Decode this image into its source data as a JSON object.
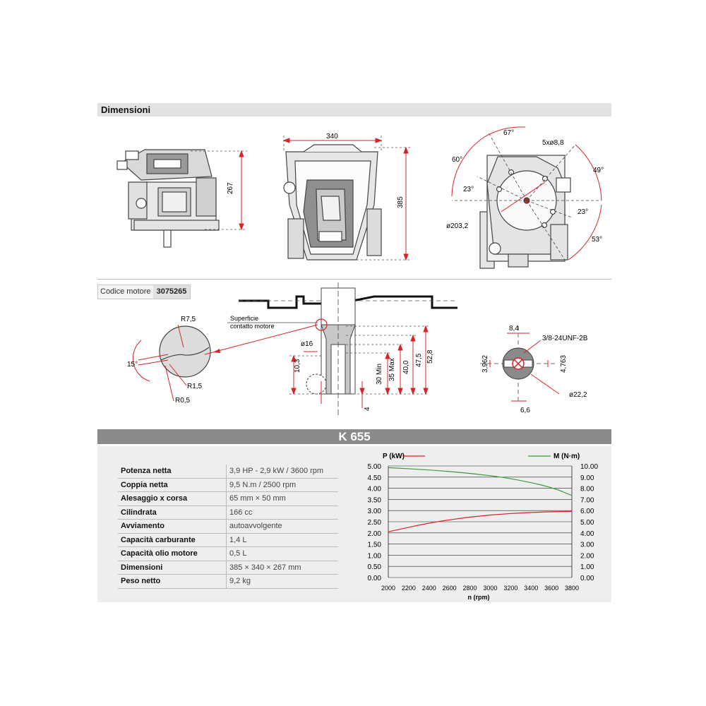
{
  "section_title": "Dimensioni",
  "dimensions": {
    "side_height": "267",
    "front_width": "340",
    "front_height": "385",
    "angle_67": "67°",
    "angle_60": "60°",
    "angle_49": "49°",
    "angle_23a": "23°",
    "angle_23b": "23°",
    "angle_53": "53°",
    "holes": "5xø8,8",
    "bolt_circle": "ø203,2"
  },
  "engine_code": {
    "label": "Codice motore",
    "value": "3075265"
  },
  "shaft_details": {
    "r75": "R7,5",
    "angle15": "15°",
    "r15": "R1,5",
    "r05": "R0,5",
    "surface_line1": "Superficie",
    "surface_line2": "contatto motore",
    "d16": "ø16",
    "d103": "10,3",
    "d30min": "30 Min",
    "d35max": "35 Max",
    "d400": "40,0",
    "d475": "47,5",
    "d528": "52,8",
    "d4": "4",
    "d84": "8,4",
    "thread": "3/8-24UNF-2B",
    "d3962": "3,962",
    "d4763": "4,763",
    "d222": "ø22,2",
    "d66": "6,6"
  },
  "model": "K 655",
  "specs": [
    {
      "label": "Potenza netta",
      "value": "3,9 HP - 2,9 kW / 3600 rpm"
    },
    {
      "label": "Coppia netta",
      "value": "9,5 N.m / 2500 rpm"
    },
    {
      "label": "Alesaggio x corsa",
      "value": "65 mm × 50 mm"
    },
    {
      "label": "Cilindrata",
      "value": "166 cc"
    },
    {
      "label": "Avviamento",
      "value": "autoavvolgente"
    },
    {
      "label": "Capacità carburante",
      "value": "1,4 L"
    },
    {
      "label": "Capacità olio motore",
      "value": "0,5 L"
    },
    {
      "label": "Dimensioni",
      "value": "385 × 340 × 267 mm"
    },
    {
      "label": "Peso netto",
      "value": "9,2 kg"
    }
  ],
  "colors": {
    "power": "#d8232a",
    "torque": "#3a9a3a",
    "model_bar": "#8a8a8a"
  },
  "chart_data": {
    "type": "line",
    "xlabel": "n (rpm)",
    "x_ticks": [
      "2000",
      "2200",
      "2400",
      "2600",
      "2800",
      "3000",
      "3200",
      "3400",
      "3600",
      "3800"
    ],
    "xlim": [
      2000,
      3800
    ],
    "left_axis": {
      "label": "P (kW)",
      "ylim": [
        0,
        5
      ],
      "ticks": [
        "0.00",
        "0.50",
        "1.00",
        "1.50",
        "2.00",
        "2.50",
        "3.00",
        "3.50",
        "4.00",
        "4.50",
        "5.00"
      ]
    },
    "right_axis": {
      "label": "M (N·m)",
      "ylim": [
        0,
        10
      ],
      "ticks": [
        "0.00",
        "1.00",
        "2.00",
        "3.00",
        "4.00",
        "5.00",
        "6.00",
        "7.00",
        "8.00",
        "9.00",
        "10.00"
      ]
    },
    "series": [
      {
        "name": "P (kW)",
        "axis": "left",
        "x": [
          2000,
          2400,
          2800,
          3200,
          3600,
          3800
        ],
        "y": [
          2.05,
          2.45,
          2.72,
          2.88,
          2.95,
          2.96
        ]
      },
      {
        "name": "M (N·m)",
        "axis": "right",
        "x": [
          2000,
          2400,
          2800,
          3200,
          3600,
          3800
        ],
        "y": [
          9.85,
          9.65,
          9.35,
          8.9,
          8.1,
          7.35
        ]
      }
    ]
  }
}
